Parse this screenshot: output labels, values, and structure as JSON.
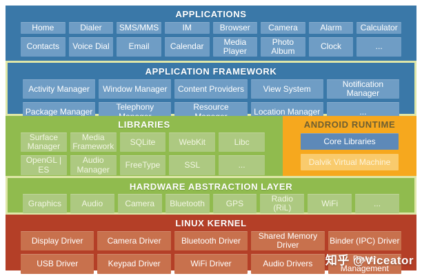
{
  "applications": {
    "title": "APPLICATIONS",
    "rows": [
      [
        "Home",
        "Dialer",
        "SMS/MMS",
        "IM",
        "Browser",
        "Camera",
        "Alarm",
        "Calculator"
      ],
      [
        "Contacts",
        "Voice Dial",
        "Email",
        "Calendar",
        "Media Player",
        "Photo Album",
        "Clock",
        "..."
      ]
    ]
  },
  "framework": {
    "title": "APPLICATION FRAMEWORK",
    "rows": [
      [
        "Activity Manager",
        "Window Manager",
        "Content Providers",
        "View System",
        "Notification Manager"
      ],
      [
        "Package Manager",
        "Telephony Manager",
        "Resource Manager",
        "Location Manager",
        "..."
      ]
    ]
  },
  "libraries": {
    "title": "LIBRARIES",
    "rows": [
      [
        "Surface Manager",
        "Media Framework",
        "SQLite",
        "WebKit",
        "Libc"
      ],
      [
        "OpenGL | ES",
        "Audio Manager",
        "FreeType",
        "SSL",
        "..."
      ]
    ]
  },
  "runtime": {
    "title": "ANDROID RUNTIME",
    "core_libraries": "Core Libraries",
    "dalvik": "Dalvik Virtual Machine"
  },
  "hal": {
    "title": "HARDWARE ABSTRACTION LAYER",
    "rows": [
      [
        "Graphics",
        "Audio",
        "Camera",
        "Bluetooth",
        "GPS",
        "Radio (RiL)",
        "WiFi",
        "..."
      ]
    ]
  },
  "kernel": {
    "title": "LINUX KERNEL",
    "rows": [
      [
        "Display Driver",
        "Camera Driver",
        "Bluetooth Driver",
        "Shared Memory Driver",
        "Binder (IPC) Driver"
      ],
      [
        "USB Driver",
        "Keypad Driver",
        "WiFi Driver",
        "Audio Drivers",
        "Power Management"
      ]
    ]
  },
  "watermark": "知乎 @Viceator",
  "colors": {
    "applications_bg": "#3a78a8",
    "applications_cell": "#6f9dc5",
    "libraries_bg": "#90bb4e",
    "libraries_cell": "#adc981",
    "runtime_bg": "#f6a81e",
    "runtime_core_cell": "#5d89b8",
    "runtime_dalvik_cell": "#f9cb6d",
    "kernel_bg": "#b43f27",
    "kernel_cell": "#c8714d",
    "section_border": "#dfe7a8"
  }
}
